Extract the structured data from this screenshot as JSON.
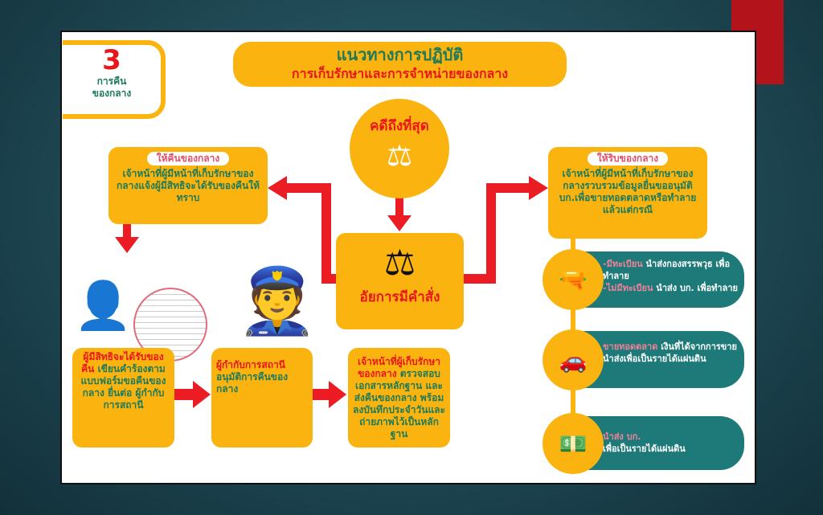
{
  "badge": {
    "number": "3",
    "label_line1": "การคืน",
    "label_line2": "ของกลาง"
  },
  "title": {
    "main": "แนวทางการปฏิบัติ",
    "sub": "การเก็บรักษาและการจำหน่ายของกลาง"
  },
  "final_case": {
    "label": "คดีถึงที่สุด",
    "icon": "gavel-icon"
  },
  "prosecutor": {
    "label": "อัยการมีคำสั่ง",
    "icon": "judge-scale-icon"
  },
  "return_box": {
    "tag": "ให้คืนของกลาง",
    "text": "เจ้าหน้าที่ผู้มีหน้าที่เก็บรักษาของกลางแจ้งผู้มีสิทธิจะได้รับของคืนให้ทราบ"
  },
  "forfeit_box": {
    "tag": "ให้ริบของกลาง",
    "text": "เจ้าหน้าที่ผู้มีหน้าที่เก็บรักษาของกลางรวบรวมข้อมูลยื่นขออนุมัติ บก.เพื่อขายทอดตลาดหรือทำลายแล้วแต่กรณี"
  },
  "steps": [
    {
      "highlight": "ผู้มีสิทธิจะได้รับของคืน",
      "text": " เขียนคำร้องตามแบบฟอร์มขอคืนของกลาง ยื่นต่อ ผู้กำกับการสถานี"
    },
    {
      "highlight": "ผู้กำกับการสถานี",
      "text": " อนุมัติการคืนของกลาง"
    },
    {
      "highlight": "เจ้าหน้าที่ผู้เก็บรักษาของกลาง",
      "text": " ตรวจสอบเอกสารหลักฐาน และส่งคืนของกลาง พร้อมลงบันทึกประจำวันและถ่ายภาพไว้เป็นหลักฐาน"
    }
  ],
  "outcomes": [
    {
      "icon": "gun-icon",
      "h1": "-มีทะเบียน",
      "t1": " นำส่งกองสรรพวุธ เพื่อทำลาย",
      "h2": "-ไม่มีทะเบียน",
      "t2": " นำส่ง บก. เพื่อทำลาย"
    },
    {
      "icon": "vehicle-icon",
      "h1": "ขายทอดตลาด",
      "t1": " เงินที่ได้จากการขาย นำส่งเพื่อเป็นรายได้แผ่นดิน"
    },
    {
      "icon": "money-icon",
      "h1": "นำส่ง บก.",
      "t1": "เพื่อเป็นรายได้แผ่นดิน"
    }
  ]
}
